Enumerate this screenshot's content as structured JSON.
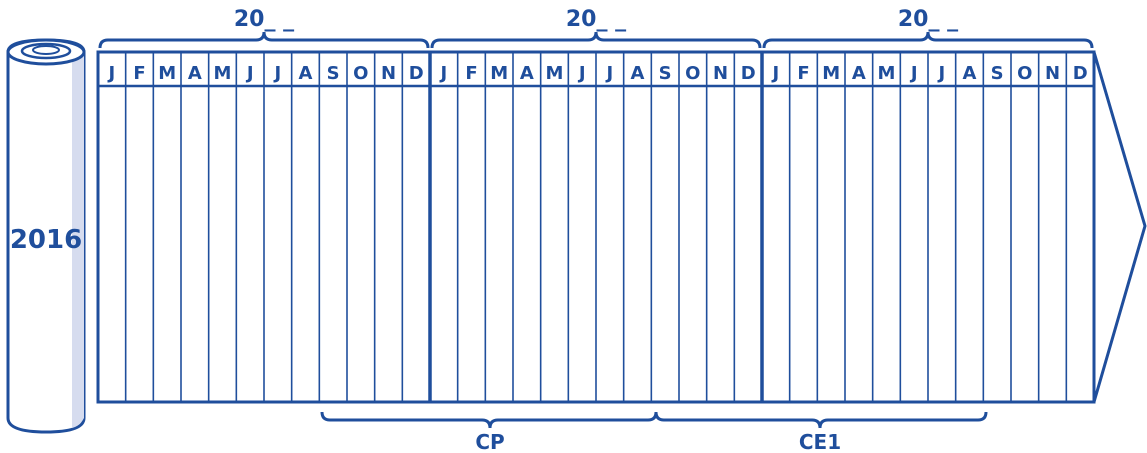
{
  "start_year": "2016",
  "year_labels": [
    "20_ _",
    "20_ _",
    "20_ _"
  ],
  "months": [
    "J",
    "F",
    "M",
    "A",
    "M",
    "J",
    "J",
    "A",
    "S",
    "O",
    "N",
    "D"
  ],
  "spans": [
    {
      "label": "CP"
    },
    {
      "label": "CE1"
    }
  ],
  "colors": {
    "ink": "#1f4e9c",
    "roll_shade": "#d6dcef",
    "paper": "#ffffff"
  }
}
